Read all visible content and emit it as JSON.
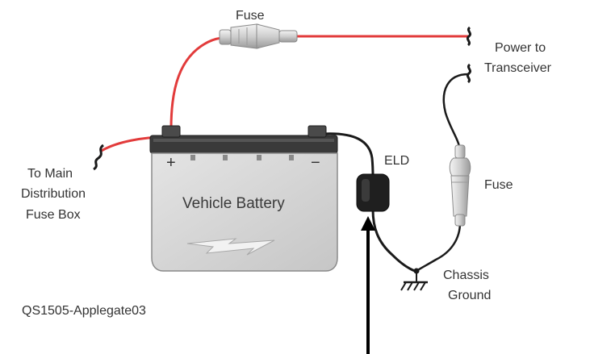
{
  "labels": {
    "fuse_top": "Fuse",
    "power_line1": "Power to",
    "power_line2": "Transceiver",
    "main_line1": "To Main",
    "main_line2": "Distribution",
    "main_line3": "Fuse Box",
    "battery": "Vehicle Battery",
    "plus": "+",
    "minus": "−",
    "eld": "ELD",
    "fuse_right": "Fuse",
    "ground_line1": "Chassis",
    "ground_line2": "Ground",
    "caption": "QS1505-Applegate03"
  },
  "colors": {
    "positive_wire": "#e23b3b",
    "negative_wire": "#1a1a1a",
    "battery_body": "#d9d9d9",
    "battery_lid": "#3a3a3a",
    "eld_box": "#1f1f1f"
  }
}
